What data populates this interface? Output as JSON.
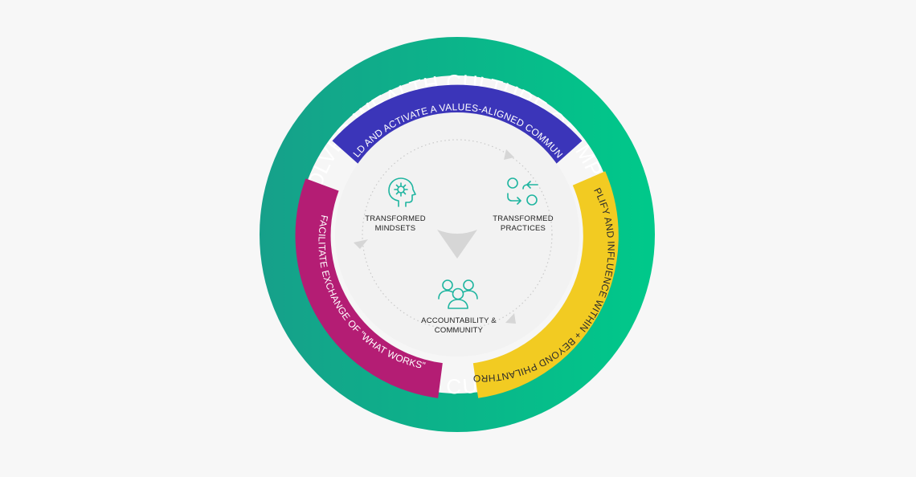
{
  "outer_ring": {
    "top_text": "EVOLVED WEALTH CULTURE OF IMPACT",
    "bottom_text": "EVOLVED WEALTH CULTURE OF IMPACT",
    "color_start": "#16a08a",
    "color_end": "#00c98a"
  },
  "bands": [
    {
      "key": "build",
      "label": "BUILD AND ACTIVATE A VALUES-ALIGNED COMMUNITY",
      "color": "#3b35b9"
    },
    {
      "key": "amplify",
      "label": "AMPLIFY AND INFLUENCE WITHIN + BEYOND PHILANTHROPY",
      "color": "#f2cb22"
    },
    {
      "key": "facilitate",
      "label": "FACILITATE EXCHANGE OF \"WHAT WORKS\"",
      "color": "#b41d74"
    }
  ],
  "nodes": {
    "mindsets": {
      "line1": "TRANSFORMED",
      "line2": "MINDSETS",
      "icon": "head-gear-icon"
    },
    "practices": {
      "line1": "TRANSFORMED",
      "line2": "PRACTICES",
      "icon": "exchange-arrows-icon"
    },
    "community": {
      "line1": "ACCOUNTABILITY &",
      "line2": "COMMUNITY",
      "icon": "people-group-icon"
    }
  },
  "colors": {
    "icon": "#1fb5a0",
    "inner_circle": "#f2f2f2",
    "arrow": "#d6d6d6"
  }
}
